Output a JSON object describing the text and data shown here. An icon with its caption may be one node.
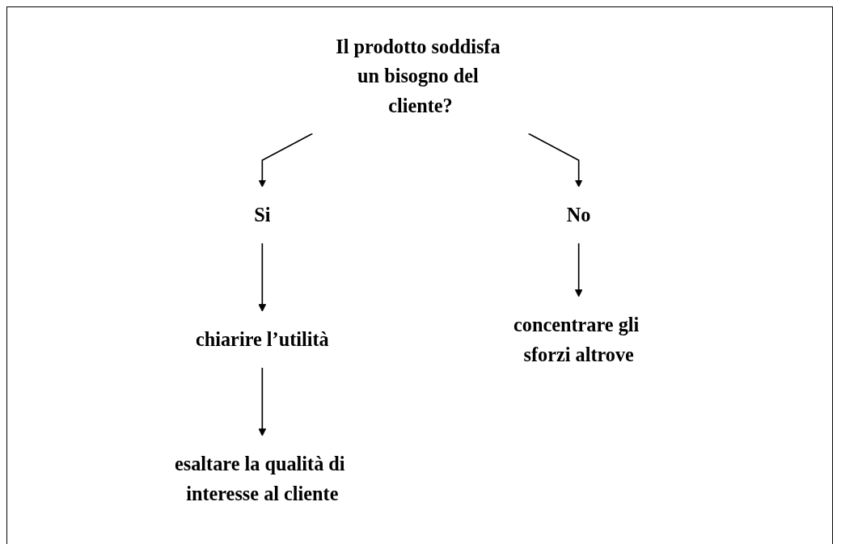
{
  "diagram": {
    "nodes": [
      {
        "text": [
          "Il prodotto soddisfa un bisogno del cliente?"
        ]
      },
      {
        "text": [
          "Si"
        ]
      },
      {
        "text": [
          "No"
        ]
      },
      {
        "text": [
          "chiarire l’utilità"
        ]
      },
      {
        "text": [
          "concentrare gli sforzi altrove"
        ]
      },
      {
        "text": [
          "esaltare la qualità di interesse al cliente"
        ]
      }
    ],
    "edges": [
      {
        "from": 0,
        "to": 1,
        "arrow": "to"
      },
      {
        "from": 0,
        "to": 2,
        "arrow": "to"
      },
      {
        "from": 1,
        "to": 3,
        "arrow": "to"
      },
      {
        "from": 2,
        "to": 4,
        "arrow": "to"
      },
      {
        "from": 3,
        "to": 5,
        "arrow": "to"
      }
    ]
  }
}
